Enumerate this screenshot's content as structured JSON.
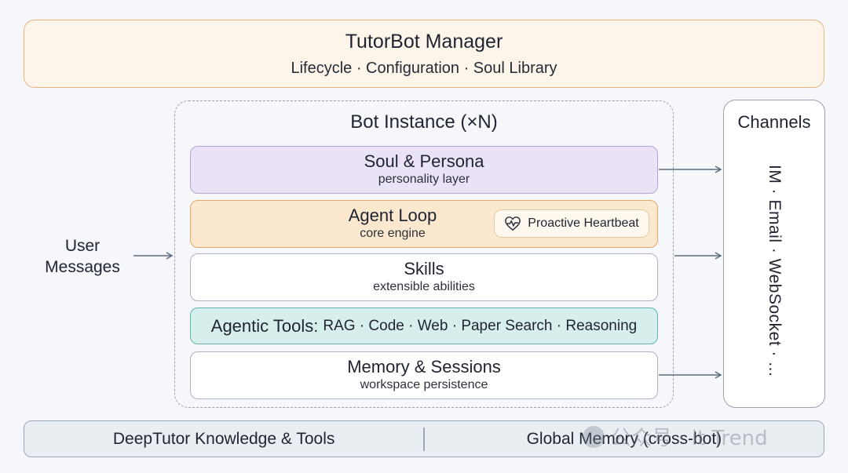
{
  "manager": {
    "title": "TutorBot Manager",
    "subtitle": "Lifecycle · Configuration · Soul Library"
  },
  "instance": {
    "title": "Bot Instance (×N)",
    "layers": {
      "soul": {
        "title": "Soul & Persona",
        "subtitle": "personality layer"
      },
      "agent": {
        "title": "Agent Loop",
        "subtitle": "core engine",
        "badge": "Proactive Heartbeat"
      },
      "skills": {
        "title": "Skills",
        "subtitle": "extensible abilities"
      },
      "tools": {
        "title": "Agentic Tools:",
        "list": "RAG · Code · Web · Paper Search · Reasoning"
      },
      "memory": {
        "title": "Memory & Sessions",
        "subtitle": "workspace persistence"
      }
    }
  },
  "channels": {
    "title": "Channels",
    "list": "IM · Email · WebSocket · ..."
  },
  "user_messages": {
    "line1": "User",
    "line2": "Messages"
  },
  "foundation": {
    "left": "DeepTutor Knowledge & Tools",
    "right": "Global Memory (cross-bot)"
  },
  "watermark": "公众号 · it Trend",
  "colors": {
    "manager_fill": "#fdf5ea",
    "manager_border": "#eab27a",
    "soul_fill": "#eae2f7",
    "agent_fill": "#fce8cf",
    "tools_fill": "#d7efec",
    "foundation_fill": "#e9eef3",
    "arrow": "#5c6b7a"
  }
}
